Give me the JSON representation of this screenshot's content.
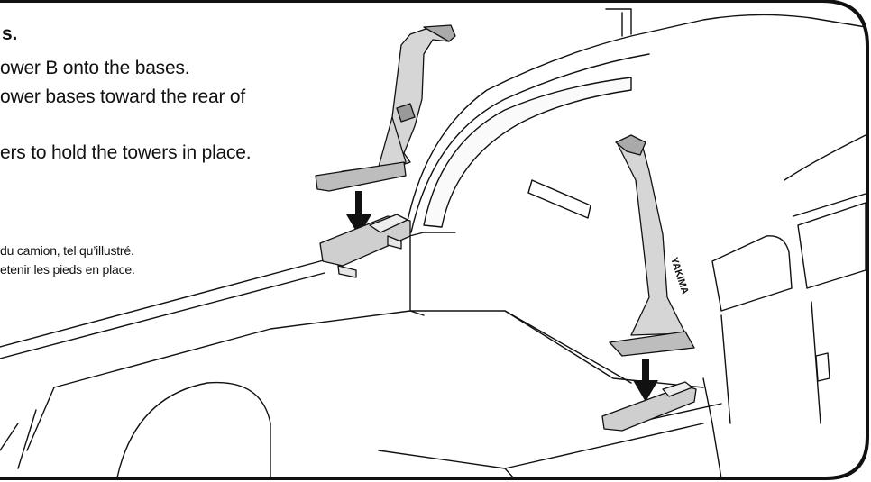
{
  "instructions": {
    "heading": "s.",
    "english": [
      "ower B onto the bases.",
      "ower bases toward the rear of",
      "ers to hold the towers in place."
    ],
    "french": [
      "du camion, tel qu’illustré.",
      "etenir les pieds en place."
    ]
  },
  "illustration": {
    "tower_brand_label": "YAKIMA"
  }
}
